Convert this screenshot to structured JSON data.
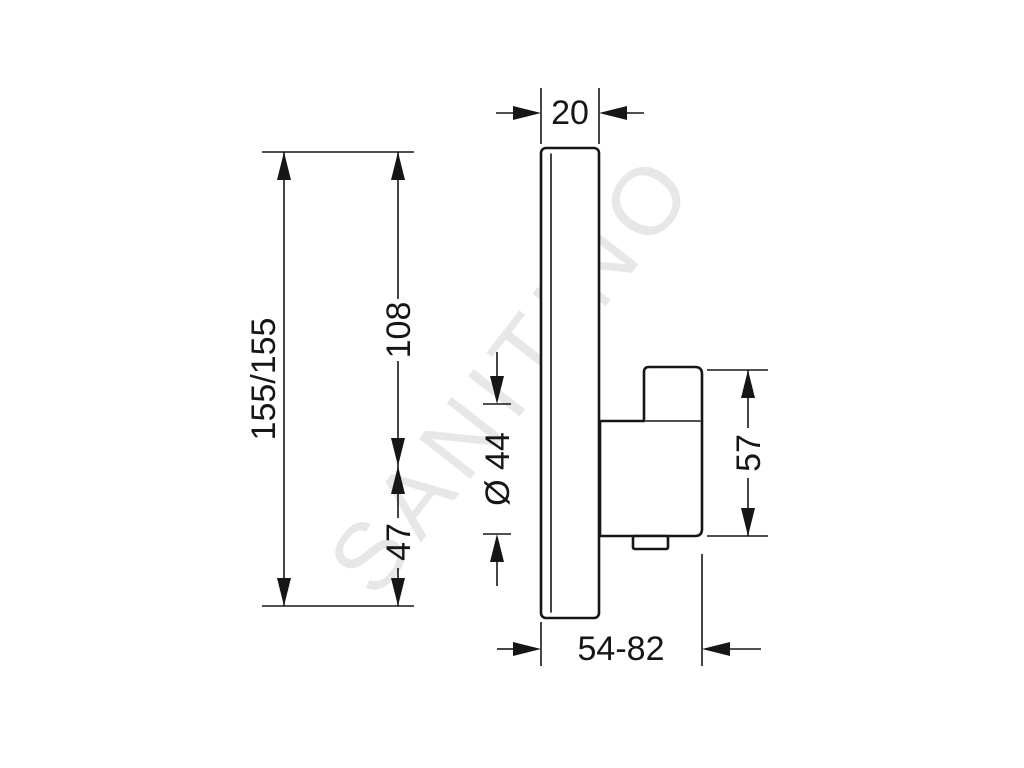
{
  "watermark": {
    "text": "SANITINO",
    "color": "#e7e7e7"
  },
  "colors": {
    "line": "#161616",
    "background": "#ffffff"
  },
  "dimensions": {
    "top_width": "20",
    "plate_height": "155/155",
    "top_to_valve_center": "108",
    "valve_center_to_bottom": "47",
    "handle_diameter": "Ø 44",
    "handle_height": "57",
    "install_depth": "54-82"
  }
}
